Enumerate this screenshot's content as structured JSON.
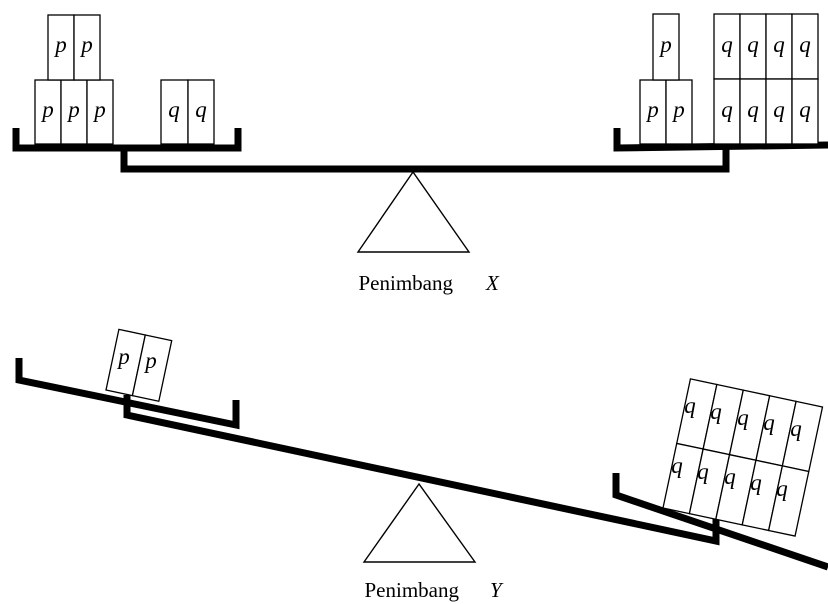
{
  "diagram": {
    "scale_x": {
      "caption": "Penimbang",
      "name": "X",
      "left_pan": {
        "p_blocks": [
          "p",
          "p",
          "p",
          "p",
          "p"
        ],
        "q_blocks": [
          "q",
          "q"
        ]
      },
      "right_pan": {
        "p_blocks": [
          "p",
          "p",
          "p"
        ],
        "q_blocks": [
          "q",
          "q",
          "q",
          "q",
          "q",
          "q",
          "q",
          "q"
        ]
      }
    },
    "scale_y": {
      "caption": "Penimbang",
      "name": "Y",
      "left_pan": {
        "p_blocks": [
          "p",
          "p"
        ]
      },
      "right_pan": {
        "q_blocks": [
          "q",
          "q",
          "q",
          "q",
          "q",
          "q",
          "q",
          "q",
          "q",
          "q"
        ]
      }
    }
  }
}
